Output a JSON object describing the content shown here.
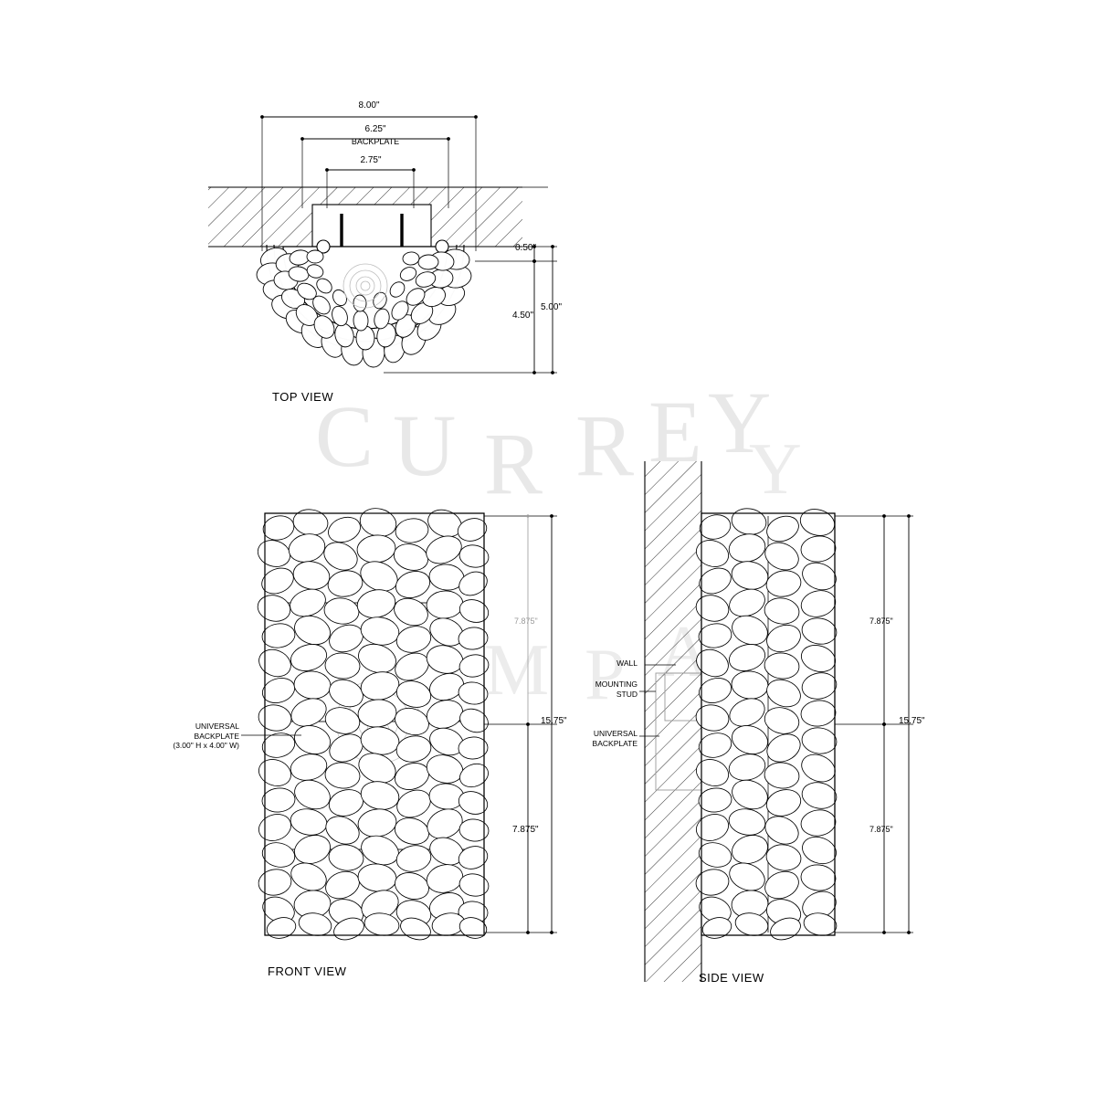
{
  "drawing": {
    "title": "Wall Sconce Specification Drawing",
    "watermark": [
      "C U R R E Y",
      "C O M P A N Y"
    ],
    "line_color": "#000000",
    "gray_dim_color": "#9a9a9a",
    "watermark_color": "#e2e2e2"
  },
  "views": {
    "top": {
      "title": "TOP VIEW",
      "dims": {
        "overall_width": "8.00\"",
        "backplate_width": "6.25\"",
        "backplate_label": "BACKPLATE",
        "inner_width": "2.75\"",
        "wall_offset": "0.50\"",
        "projection_total": "5.00\"",
        "projection_body": "4.50\""
      }
    },
    "front": {
      "title": "FRONT VIEW",
      "dims": {
        "upper_half": "7.875\"",
        "overall_height": "15.75\"",
        "lower_half": "7.875\"",
        "gray_upper": "7.875\""
      },
      "callouts": {
        "backplate": "UNIVERSAL\nBACKPLATE\n(3.00\" H x 4.00\" W)"
      }
    },
    "side": {
      "title": "SIDE VIEW",
      "dims": {
        "upper_half": "7.875\"",
        "overall_height": "15.75\"",
        "lower_half": "7.875\""
      },
      "callouts": {
        "wall": "WALL",
        "mounting_stud": "MOUNTING\nSTUD",
        "backplate": "UNIVERSAL\nBACKPLATE"
      }
    }
  }
}
